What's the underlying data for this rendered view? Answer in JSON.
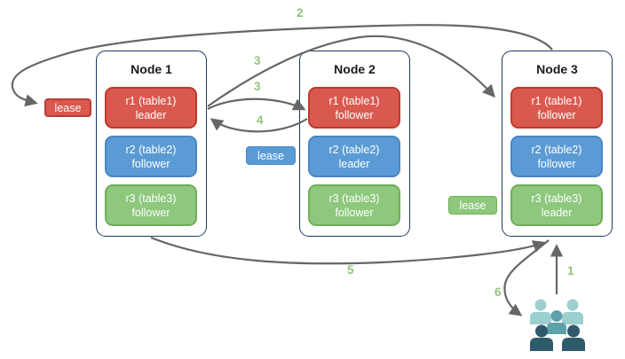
{
  "diagram": {
    "nodes": [
      {
        "title": "Node 1",
        "replicas": [
          {
            "name": "r1 (table1)",
            "role": "leader",
            "color_key": "red"
          },
          {
            "name": "r2 (table2)",
            "role": "follower",
            "color_key": "blue"
          },
          {
            "name": "r3 (table3)",
            "role": "follower",
            "color_key": "green"
          }
        ]
      },
      {
        "title": "Node 2",
        "replicas": [
          {
            "name": "r1 (table1)",
            "role": "follower",
            "color_key": "red"
          },
          {
            "name": "r2 (table2)",
            "role": "leader",
            "color_key": "blue"
          },
          {
            "name": "r3 (table3)",
            "role": "follower",
            "color_key": "green"
          }
        ]
      },
      {
        "title": "Node 3",
        "replicas": [
          {
            "name": "r1 (table1)",
            "role": "follower",
            "color_key": "red"
          },
          {
            "name": "r2 (table2)",
            "role": "follower",
            "color_key": "blue"
          },
          {
            "name": "r3 (table3)",
            "role": "leader",
            "color_key": "green"
          }
        ]
      }
    ],
    "leases": [
      {
        "label": "lease",
        "color_key": "red"
      },
      {
        "label": "lease",
        "color_key": "blue"
      },
      {
        "label": "lease",
        "color_key": "green"
      }
    ],
    "step_labels": {
      "s1": "1",
      "s2": "2",
      "s3a": "3",
      "s3b": "3",
      "s4": "4",
      "s5": "5",
      "s6": "6"
    },
    "icons": {
      "clients": "users-group-icon"
    },
    "colors": {
      "replica_red": "#d9594f",
      "replica_red_border": "#c0392b",
      "replica_blue": "#5b9bd5",
      "replica_blue_border": "#4a86c5",
      "replica_green": "#8dc87d",
      "replica_green_border": "#6fae5a",
      "node_border": "#1f3864",
      "arrow_gray": "#666666",
      "step_number_green": "#93c47d",
      "person_light_teal": "#9ccfd0",
      "person_mid_teal": "#5fa1a8",
      "person_dark_teal": "#2f5a6c"
    }
  }
}
